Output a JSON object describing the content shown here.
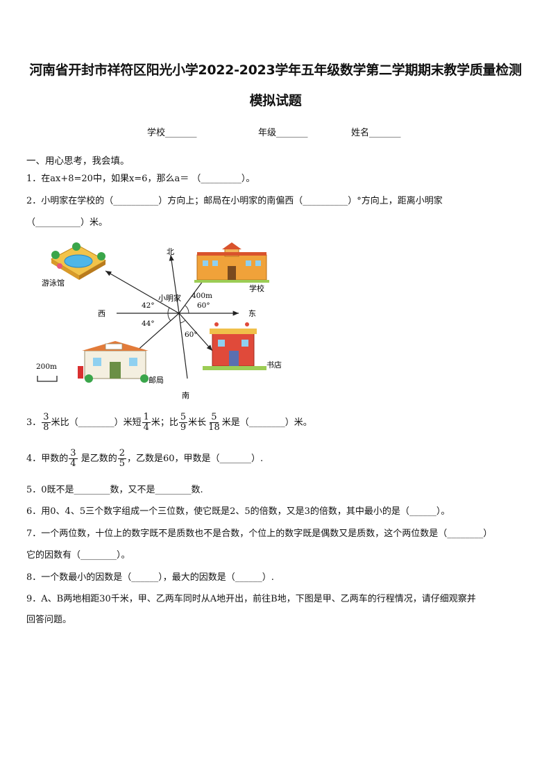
{
  "header": {
    "title_line1": "河南省开封市祥符区阳光小学2022-2023学年五年级数学第二学期期末教学质量检测",
    "title_line2": "模拟试题"
  },
  "info": {
    "school": "学校_______",
    "grade": "年级_______",
    "name": "姓名_______"
  },
  "section1": "一、用心思考，我会填。",
  "q1": "1．在ax+8=20中，如果x=6，那么a＝  （_________）。",
  "q2_line1": "2．小明家在学校的（__________）方向上；邮局在小明家的南偏西（__________）°方向上，距离小明家",
  "q2_line2": "（__________）米。",
  "diagram": {
    "north": "北",
    "south": "南",
    "east": "东",
    "west": "西",
    "center": "小明家",
    "pool": "游泳馆",
    "school": "学校",
    "post": "邮局",
    "bookstore": "书店",
    "dist": "400m",
    "scale": "200m",
    "angle_nw": "42°",
    "angle_sw": "44°",
    "angle_ne": "60°",
    "angle_se": "60°"
  },
  "q3": {
    "prefix": "3．",
    "f1n": "3",
    "f1d": "8",
    "t1": "米比（________）米短",
    "f2n": "1",
    "f2d": "4",
    "t2": "米；比",
    "f3n": "5",
    "f3d": "9",
    "t3": "米长",
    "f4n": "5",
    "f4d": "18",
    "t4": "米是（________）米。"
  },
  "q4": {
    "prefix": "4．甲数的",
    "f1n": "3",
    "f1d": "4",
    "t1": " 是乙数的",
    "f2n": "2",
    "f2d": "5",
    "t2": "，乙数是60，甲数是（_______）."
  },
  "q5": "5．0既不是________数，又不是________数.",
  "q6": "6．用0、4、5三个数字组成一个三位数，使它既是2、5的倍数，又是3的倍数，其中最小的是（______）。",
  "q7_line1": "7．一个两位数，十位上的数字既不是质数也不是合数，个位上的数字既是偶数又是质数，这个两位数是（________）",
  "q7_line2": "它的因数有（________）。",
  "q8": "8．一个数最小的因数是（______），最大的因数是（______）.",
  "q9_line1": "9．A、B两地相距30千米，甲、乙两车同时从A地开出，前往B地，下图是甲、乙两车的行程情况，请仔细观察并",
  "q9_line2": "回答问题。"
}
